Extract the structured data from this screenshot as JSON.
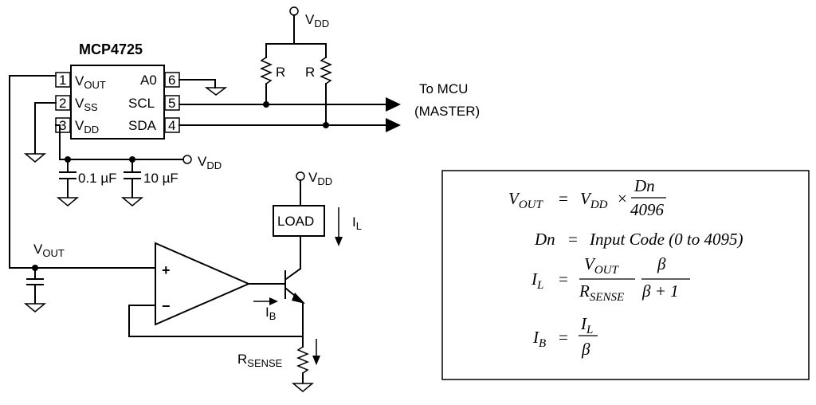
{
  "chip": {
    "name": "MCP4725",
    "pins": [
      {
        "num": "1",
        "label": "V",
        "sub": "OUT"
      },
      {
        "num": "2",
        "label": "V",
        "sub": "SS"
      },
      {
        "num": "3",
        "label": "V",
        "sub": "DD"
      },
      {
        "num": "6",
        "label": "A0",
        "sub": ""
      },
      {
        "num": "5",
        "label": "SCL",
        "sub": ""
      },
      {
        "num": "4",
        "label": "SDA",
        "sub": ""
      }
    ]
  },
  "labels": {
    "vdd_v": "V",
    "vdd_sub": "DD",
    "vout_v": "V",
    "vout_sub": "OUT",
    "resistor": "R",
    "to_mcu": "To MCU",
    "master": "(MASTER)",
    "cap1": "0.1 µF",
    "cap2": "10 µF",
    "load": "LOAD",
    "il_i": "I",
    "il_sub": "L",
    "ib_i": "I",
    "ib_sub": "B",
    "rsense_r": "R",
    "rsense_sub": "SENSE",
    "plus": "+",
    "minus": "−"
  },
  "equations": {
    "vout_lhs": "V",
    "vout_lhs_sub": "OUT",
    "eq": "=",
    "vdd": "V",
    "vdd_sub": "DD",
    "times": "×",
    "dn": "Dn",
    "denom": "4096",
    "dn_def_lhs": "Dn",
    "dn_def_rhs": "Input Code (0 to 4095)",
    "il_lhs": "I",
    "il_lhs_sub": "L",
    "frac_num": "V",
    "frac_num_sub": "OUT",
    "frac_den": "R",
    "frac_den_sub": "SENSE",
    "beta": "β",
    "beta_plus": "β + 1",
    "ib_lhs": "I",
    "ib_lhs_sub": "B",
    "ib_num": "I",
    "ib_num_sub": "L",
    "ib_den": "β"
  }
}
